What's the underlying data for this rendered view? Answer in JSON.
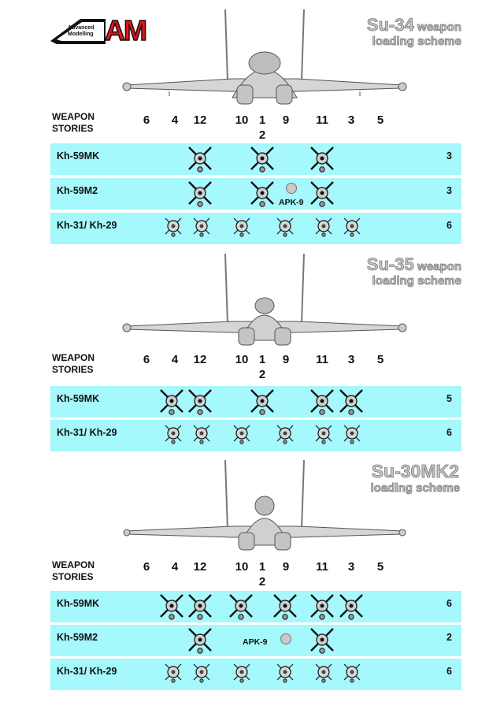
{
  "logo": {
    "line1": "Advanced",
    "line2": "Modelling",
    "mark": "AM",
    "colors": {
      "mark": "#e5141c"
    }
  },
  "stories_label_1": "WEAPON",
  "stories_label_2": "STORIES",
  "colors": {
    "band": "#a5f8fb",
    "title": "#c4c4c4"
  },
  "sections": [
    {
      "title_big": "Su-34",
      "title_small": "weapon",
      "title_line2": "loading scheme",
      "rows": [
        {
          "label": "Kh-59MK",
          "count": "3",
          "apk": null
        },
        {
          "label": "Kh-59M2",
          "count": "3",
          "apk": "APK-9"
        },
        {
          "label": "Kh-31/ Kh-29",
          "count": "6",
          "apk": null
        }
      ]
    },
    {
      "title_big": "Su-35",
      "title_small": "weapon",
      "title_line2": "loading scheme",
      "rows": [
        {
          "label": "Kh-59MK",
          "count": "5",
          "apk": null
        },
        {
          "label": "Kh-31/ Kh-29",
          "count": "6",
          "apk": null
        }
      ]
    },
    {
      "title_big": "Su-30MK2",
      "title_small": "",
      "title_line2": "loading scheme",
      "rows": [
        {
          "label": "Kh-59MK",
          "count": "6",
          "apk": null
        },
        {
          "label": "Kh-59M2",
          "count": "2",
          "apk": "APK-9"
        },
        {
          "label": "Kh-31/ Kh-29",
          "count": "6",
          "apk": null
        }
      ]
    }
  ],
  "station_numbers": [
    "6",
    "4",
    "12",
    "10",
    "1",
    "9",
    "11",
    "3",
    "5",
    "2"
  ]
}
